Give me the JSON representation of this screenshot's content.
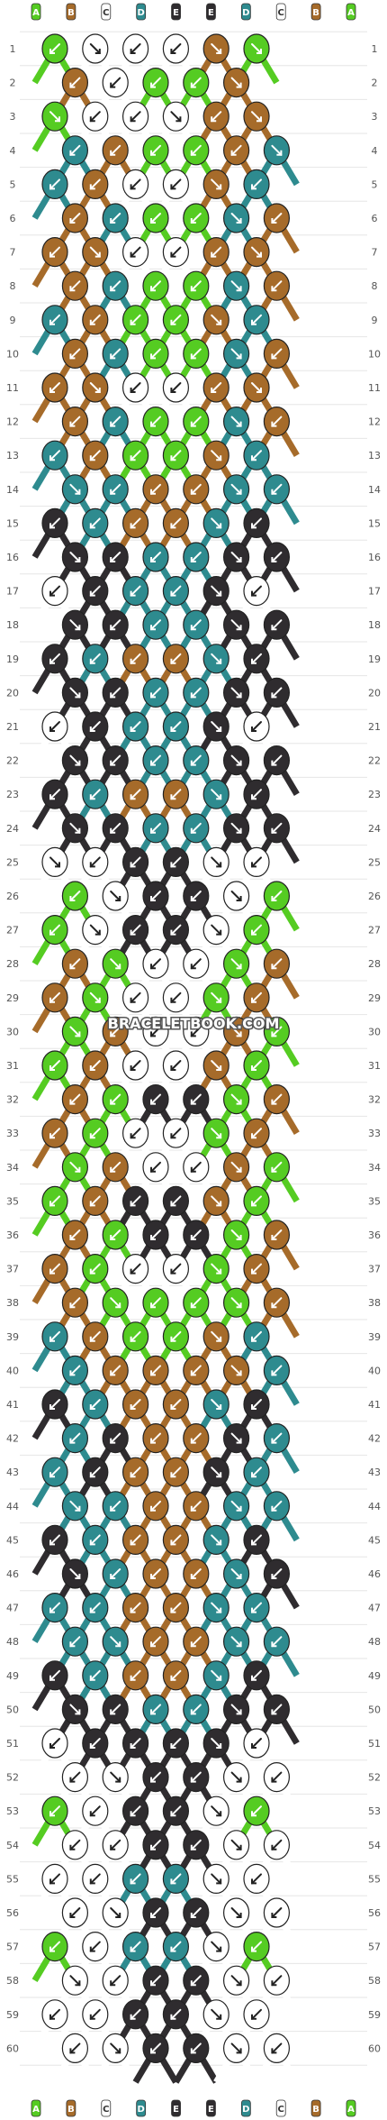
{
  "colors": {
    "A": "#55cc22",
    "B": "#a66b2a",
    "C": "#ffffff",
    "D": "#2e8b8f",
    "E": "#2f2c2f"
  },
  "strands_top": [
    "A",
    "B",
    "C",
    "D",
    "E",
    "E",
    "D",
    "C",
    "B",
    "A"
  ],
  "strands_bottom": [
    "A",
    "B",
    "C",
    "D",
    "E",
    "E",
    "D",
    "C",
    "B",
    "A"
  ],
  "row_count": 60,
  "watermark": "BRACELETBOOK.COM",
  "rows": [
    "AcCCba",
    "BCAAb",
    "aCCcBb",
    "DBAABd",
    "DBCCbD",
    "BDAAdB",
    "BbCCBb",
    "BDAAdB",
    "DBAAbD",
    "BDAAdB",
    "BbCCBb",
    "BDAAdB",
    "DBAAbD",
    "dDBBdD",
    "EDBBdE",
    "eEDDeE",
    "CEDDeC",
    "eEDDeE",
    "EDBBdE",
    "eEDDeE",
    "CEDDeC",
    "eEDDeE",
    "EDBBdE",
    "eEDDeE",
    "cCEEcC",
    "AcEEcA",
    "AcEEcA",
    "BaCCaB",
    "BaCCaB",
    "aBCCbA",
    "ABCCbA",
    "BAEEaB",
    "BACCaB",
    "aBCCbA",
    "ABEEbA",
    "BAEEaB",
    "BACCaB",
    "BaAAaB",
    "DBAAbD",
    "DBBBbD",
    "EDBBdE",
    "DEBBeD",
    "DEBBeD",
    "dDBBdD",
    "EDBBdE",
    "eDBBdE",
    "DDBBdD",
    "DdBBdD",
    "EDBBdE",
    "eEDDeE",
    "CEEEeC",
    "CcEEcC",
    "ACEEcA",
    "CCEEcC",
    "CCDDcC",
    "CcEEcC",
    "ACDDcA",
    "cCEEcC",
    "CCEEcC",
    "CcEEcC"
  ]
}
